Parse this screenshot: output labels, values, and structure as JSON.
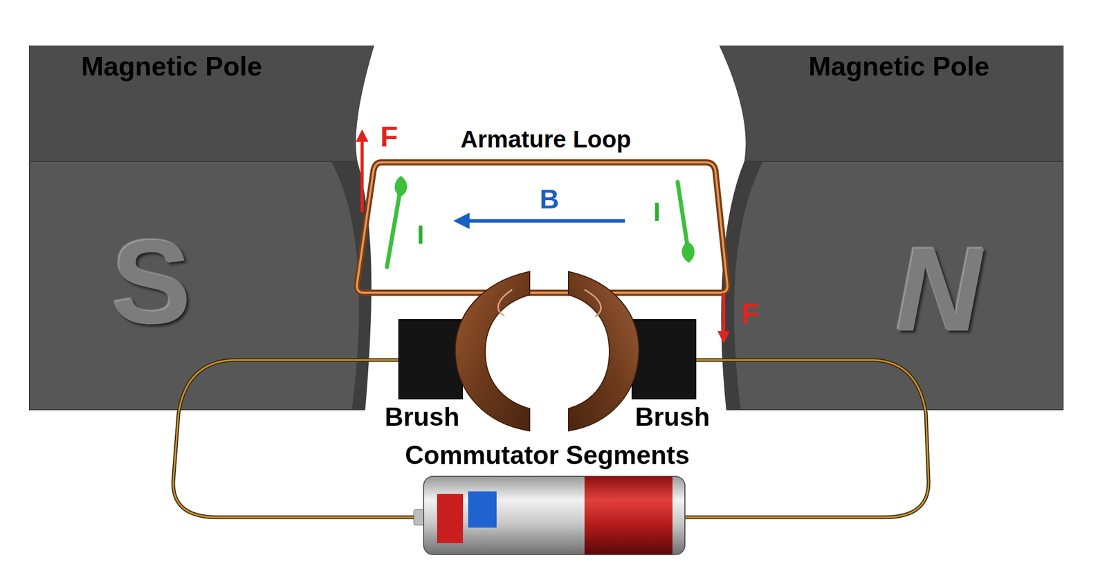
{
  "diagram": {
    "nodes": [
      {
        "text": [
          "Magnetic Pole",
          "S"
        ]
      },
      {
        "text": [
          "Magnetic Pole",
          "N"
        ]
      }
    ],
    "labels": [
      "F",
      "Armature Loop",
      "B",
      "I",
      "I",
      "F",
      "Brush",
      "Brush",
      "Commutator Segments"
    ]
  }
}
